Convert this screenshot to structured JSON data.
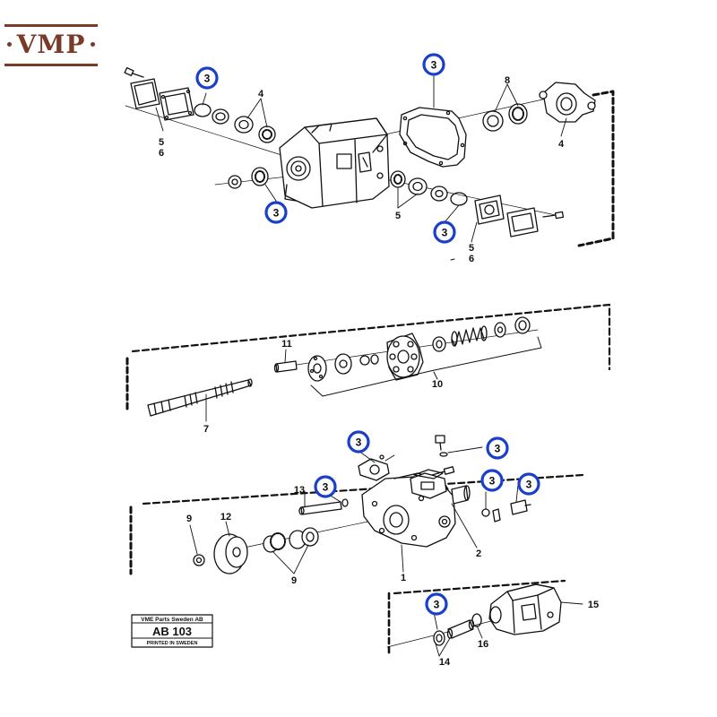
{
  "logo": {
    "text": "VMP",
    "color": "#7a3a28"
  },
  "callout_color": "#1a3fc9",
  "callouts": [
    {
      "id": "c1",
      "label": "3"
    },
    {
      "id": "c2",
      "label": "3"
    },
    {
      "id": "c3",
      "label": "3"
    },
    {
      "id": "c4",
      "label": "3"
    },
    {
      "id": "c5",
      "label": "3"
    },
    {
      "id": "c6",
      "label": "3"
    },
    {
      "id": "c7",
      "label": "3"
    },
    {
      "id": "c8",
      "label": "3"
    },
    {
      "id": "c9",
      "label": "3"
    },
    {
      "id": "c10",
      "label": "3"
    }
  ],
  "part_labels": [
    {
      "id": "l-5a",
      "text": "5"
    },
    {
      "id": "l-6a",
      "text": "6"
    },
    {
      "id": "l-4a",
      "text": "4"
    },
    {
      "id": "l-8",
      "text": "8"
    },
    {
      "id": "l-4b",
      "text": "4"
    },
    {
      "id": "l-5b",
      "text": "5"
    },
    {
      "id": "l-5c",
      "text": "5"
    },
    {
      "id": "l-6c",
      "text": "6"
    },
    {
      "id": "l-11",
      "text": "11"
    },
    {
      "id": "l-10",
      "text": "10"
    },
    {
      "id": "l-7",
      "text": "7"
    },
    {
      "id": "l-13",
      "text": "13"
    },
    {
      "id": "l-9a",
      "text": "9"
    },
    {
      "id": "l-12",
      "text": "12"
    },
    {
      "id": "l-9b",
      "text": "9"
    },
    {
      "id": "l-1",
      "text": "1"
    },
    {
      "id": "l-2",
      "text": "2"
    },
    {
      "id": "l-15",
      "text": "15"
    },
    {
      "id": "l-16",
      "text": "16"
    },
    {
      "id": "l-14",
      "text": "14"
    }
  ],
  "plate": {
    "company": "VME Parts Sweden AB",
    "code": "AB 103",
    "footer": "PRINTED IN SWEDEN"
  }
}
